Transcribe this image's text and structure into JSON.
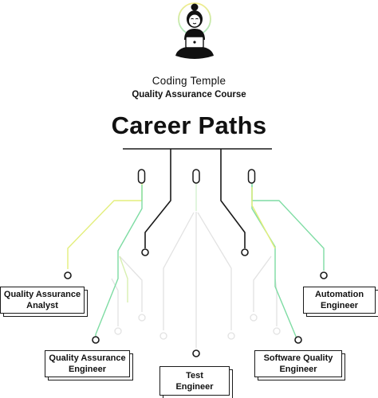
{
  "brand": {
    "name": "Coding Temple",
    "course": "Quality Assurance Course"
  },
  "title": "Career Paths",
  "colors": {
    "ink": "#1a1a1a",
    "green": "#7edca3",
    "yellow": "#e3ee7c",
    "faint": "#e2e2e2",
    "halo_top": "#f2ec8a",
    "halo_bottom": "#a8e7c1"
  },
  "careers": [
    {
      "id": "qa-analyst",
      "label": "Quality Assurance\nAnalyst"
    },
    {
      "id": "automation-engineer",
      "label": "Automation\nEngineer"
    },
    {
      "id": "qa-engineer",
      "label": "Quality Assurance\nEngineer"
    },
    {
      "id": "test-engineer",
      "label": "Test\nEngineer"
    },
    {
      "id": "software-quality-engineer",
      "label": "Software Quality\nEngineer"
    }
  ]
}
